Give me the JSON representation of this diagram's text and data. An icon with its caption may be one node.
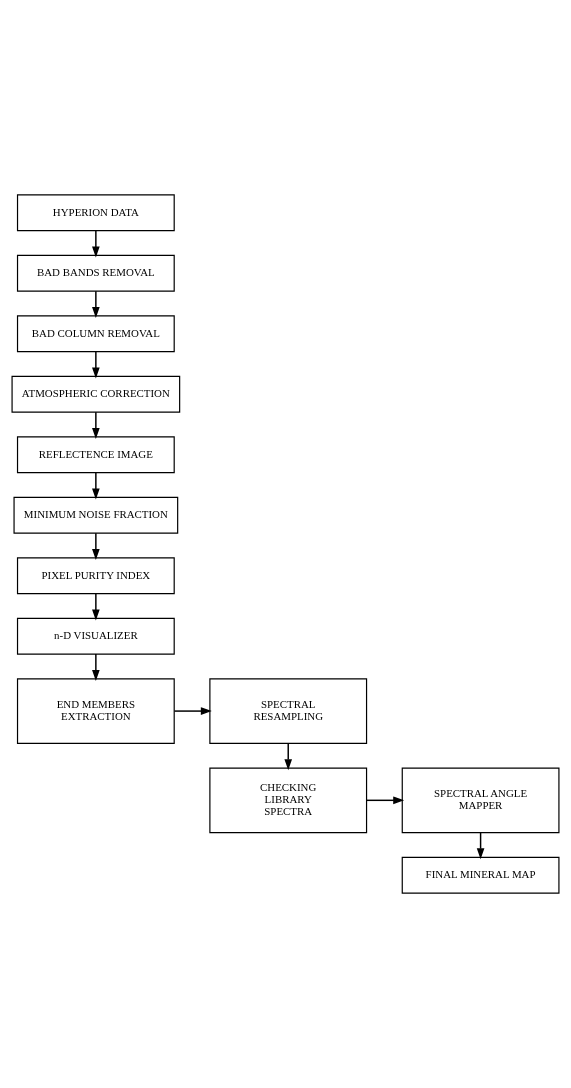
{
  "diagram": {
    "nodes": [
      {
        "text": [
          "HYPERION DATA"
        ]
      },
      {
        "text": [
          "BAD BANDS REMOVAL"
        ]
      },
      {
        "text": [
          "BAD COLUMN REMOVAL"
        ]
      },
      {
        "text": [
          "ATMOSPHERIC CORRECTION"
        ]
      },
      {
        "text": [
          "REFLECTENCE IMAGE"
        ]
      },
      {
        "text": [
          "MINIMUM NOISE FRACTION"
        ]
      },
      {
        "text": [
          "PIXEL PURITY INDEX"
        ]
      },
      {
        "text": [
          "n-D VISUALIZER"
        ]
      },
      {
        "text": [
          "SPECTRAL RESAMPLING"
        ]
      },
      {
        "text": [
          "END MEMBERS EXTRACTION"
        ]
      },
      {
        "text": [
          "CHECKING LIBRARY SPECTRA"
        ]
      },
      {
        "text": [
          "SPECTRAL ANGLE MAPPER"
        ]
      },
      {
        "text": [
          "FINAL MINERAL MAP"
        ]
      }
    ],
    "edges": [
      {
        "from": 0,
        "to": 1,
        "arrow": "to"
      },
      {
        "from": 1,
        "to": 2,
        "arrow": "to"
      },
      {
        "from": 2,
        "to": 3,
        "arrow": "to"
      },
      {
        "from": 3,
        "to": 4,
        "arrow": "to"
      },
      {
        "from": 4,
        "to": 5,
        "arrow": "to"
      },
      {
        "from": 5,
        "to": 6,
        "arrow": "to"
      },
      {
        "from": 6,
        "to": 7,
        "arrow": "to"
      },
      {
        "from": 7,
        "to": 9,
        "arrow": "to"
      },
      {
        "from": 9,
        "to": 8,
        "arrow": "to"
      },
      {
        "from": 8,
        "to": 10,
        "arrow": "to"
      },
      {
        "from": 10,
        "to": 11,
        "arrow": "to"
      },
      {
        "from": 11,
        "to": 12,
        "arrow": "to"
      }
    ]
  }
}
